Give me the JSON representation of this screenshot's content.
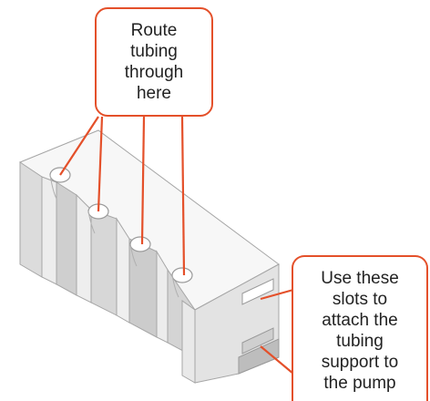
{
  "callouts": {
    "route_tubing": "Route\ntubing\nthrough\nhere",
    "attach_slots": "Use these\nslots to\nattach the\ntubing\nsupport to\nthe pump"
  },
  "colors": {
    "callout_border": "#e4502a",
    "leader_line": "#e4502a",
    "part_face_light": "#f4f4f4",
    "part_face_mid": "#e2e2e2",
    "part_face_dark": "#c9c9c9",
    "part_outline": "#9a9a9a"
  },
  "icons": {
    "part": "tubing-support-bracket-3d-illustration"
  }
}
